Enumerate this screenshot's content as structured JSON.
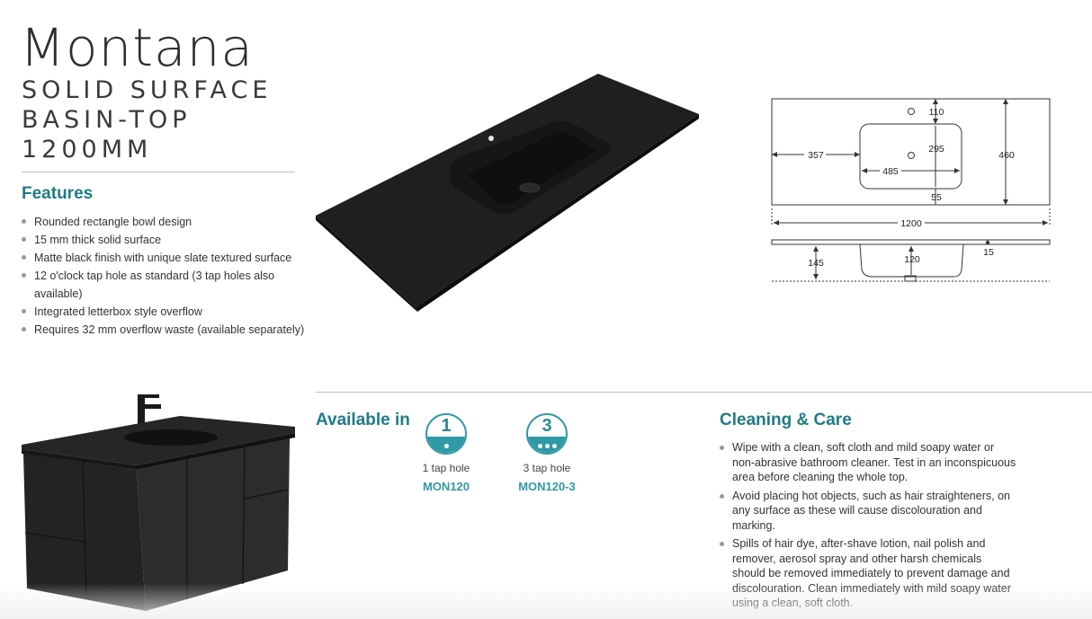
{
  "header": {
    "title": "Montana",
    "subtitle_lines": [
      "SOLID SURFACE",
      "BASIN-TOP",
      "1200MM"
    ]
  },
  "features": {
    "heading": "Features",
    "items": [
      "Rounded rectangle bowl design",
      "15 mm thick solid surface",
      "Matte black finish with unique slate textured surface",
      "12 o'clock tap hole as standard (3 tap holes also available)",
      "Integrated letterbox style overflow",
      "Requires 32 mm overflow waste (available separately)"
    ]
  },
  "diagram": {
    "dims": {
      "top_hole": "110",
      "bowl_depth": "295",
      "overall_depth": "460",
      "left_offset": "357",
      "bowl_width": "485",
      "front_margin": "55",
      "overall_width": "1200",
      "side_height": "145",
      "bowl_height": "120",
      "thickness": "15"
    }
  },
  "available": {
    "heading": "Available in",
    "options": [
      {
        "number": "1",
        "label": "1 tap hole",
        "code": "MON120"
      },
      {
        "number": "3",
        "label": "3 tap hole",
        "code": "MON120-3"
      }
    ]
  },
  "care": {
    "heading": "Cleaning & Care",
    "items": [
      "Wipe with a clean, soft cloth and mild soapy water or non-abrasive bathroom cleaner. Test in an inconspicuous area before cleaning the whole top.",
      "Avoid placing hot objects, such as hair straighteners, on any surface as these will cause discolouration and marking.",
      "Spills of hair dye, after-shave lotion, nail polish and remover, aerosol spray and other harsh chemicals should be removed immediately to prevent damage and discolouration. Clean immediately with mild soapy water using a clean, soft cloth."
    ]
  },
  "colors": {
    "accent": "#1f7c86",
    "badge": "#2f9aa6",
    "product_black": "#1e1e1e"
  }
}
